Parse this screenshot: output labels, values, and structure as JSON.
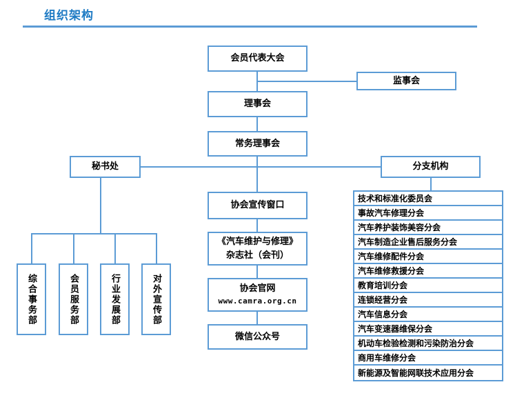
{
  "header": {
    "title": "组织架构",
    "accent_color": "#1f7bc4",
    "rule_color": "#5b9bd5"
  },
  "theme": {
    "box_border_color": "#5b9bd5",
    "connector_color": "#5b9bd5",
    "box_fill": "#ffffff",
    "text_color": "#000000"
  },
  "chart_data": {
    "type": "diagram",
    "title": "组织架构",
    "nodes": {
      "assembly": "会员代表大会",
      "supervisors": "监事会",
      "council": "理事会",
      "standing_council": "常务理事会",
      "secretariat": "秘书处",
      "branches": "分支机构",
      "publicity_window": "协会宣传窗口",
      "magazine_line1": "《汽车维护与修理》",
      "magazine_line2": "杂志社（会刊）",
      "website_line1": "协会官网",
      "website_line2": "www.camra.org.cn",
      "wechat": "微信公众号"
    },
    "departments": [
      {
        "label": "综合事务部"
      },
      {
        "label": "会员服务部"
      },
      {
        "label": "行业发展部"
      },
      {
        "label": "对外宣传部"
      }
    ],
    "branch_list": [
      {
        "label": "技术和标准化委员会"
      },
      {
        "label": "事故汽车修理分会"
      },
      {
        "label": "汽车养护装饰美容分会"
      },
      {
        "label": "汽车制造企业售后服务分会"
      },
      {
        "label": "汽车维修配件分会"
      },
      {
        "label": "汽车维修救援分会"
      },
      {
        "label": "教育培训分会"
      },
      {
        "label": "连锁经营分会"
      },
      {
        "label": "汽车信息分会"
      },
      {
        "label": "汽车变速器维保分会"
      },
      {
        "label": "机动车检验检测和污染防治分会"
      },
      {
        "label": "商用车维修分会"
      },
      {
        "label": "新能源及智能网联技术应用分会"
      }
    ],
    "edges": [
      {
        "from": "assembly",
        "to": "council"
      },
      {
        "from": "assembly",
        "to": "supervisors"
      },
      {
        "from": "council",
        "to": "standing_council"
      },
      {
        "from": "standing_council",
        "to": "secretariat"
      },
      {
        "from": "standing_council",
        "to": "branches"
      },
      {
        "from": "standing_council",
        "to": "publicity_window"
      },
      {
        "from": "publicity_window",
        "to": "magazine"
      },
      {
        "from": "magazine",
        "to": "website"
      },
      {
        "from": "website",
        "to": "wechat"
      },
      {
        "from": "secretariat",
        "to": "departments"
      },
      {
        "from": "branches",
        "to": "branch_list"
      }
    ]
  }
}
